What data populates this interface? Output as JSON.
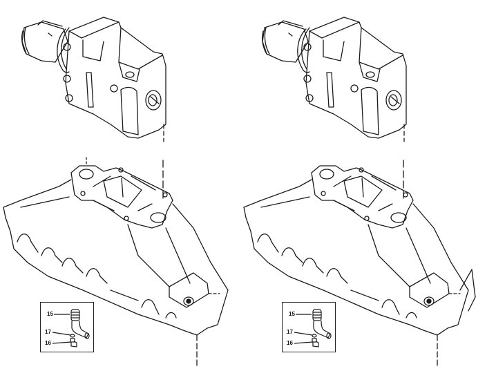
{
  "diagram": {
    "type": "parts-exploded-view",
    "stroke_color": "#1a1a1a",
    "background": "#ffffff",
    "panels": [
      {
        "id": "left",
        "components": [
          "exhaust-elbow",
          "exhaust-manifold",
          "fitting-inset"
        ],
        "inset_callouts": [
          {
            "num": "15",
            "target": "elbow-fitting"
          },
          {
            "num": "17",
            "target": "o-ring"
          },
          {
            "num": "16",
            "target": "drain-plug"
          }
        ]
      },
      {
        "id": "right",
        "components": [
          "exhaust-elbow",
          "exhaust-manifold",
          "fitting-inset"
        ],
        "inset_callouts": [
          {
            "num": "15",
            "target": "elbow-fitting"
          },
          {
            "num": "17",
            "target": "o-ring"
          },
          {
            "num": "16",
            "target": "drain-plug"
          }
        ]
      }
    ]
  }
}
